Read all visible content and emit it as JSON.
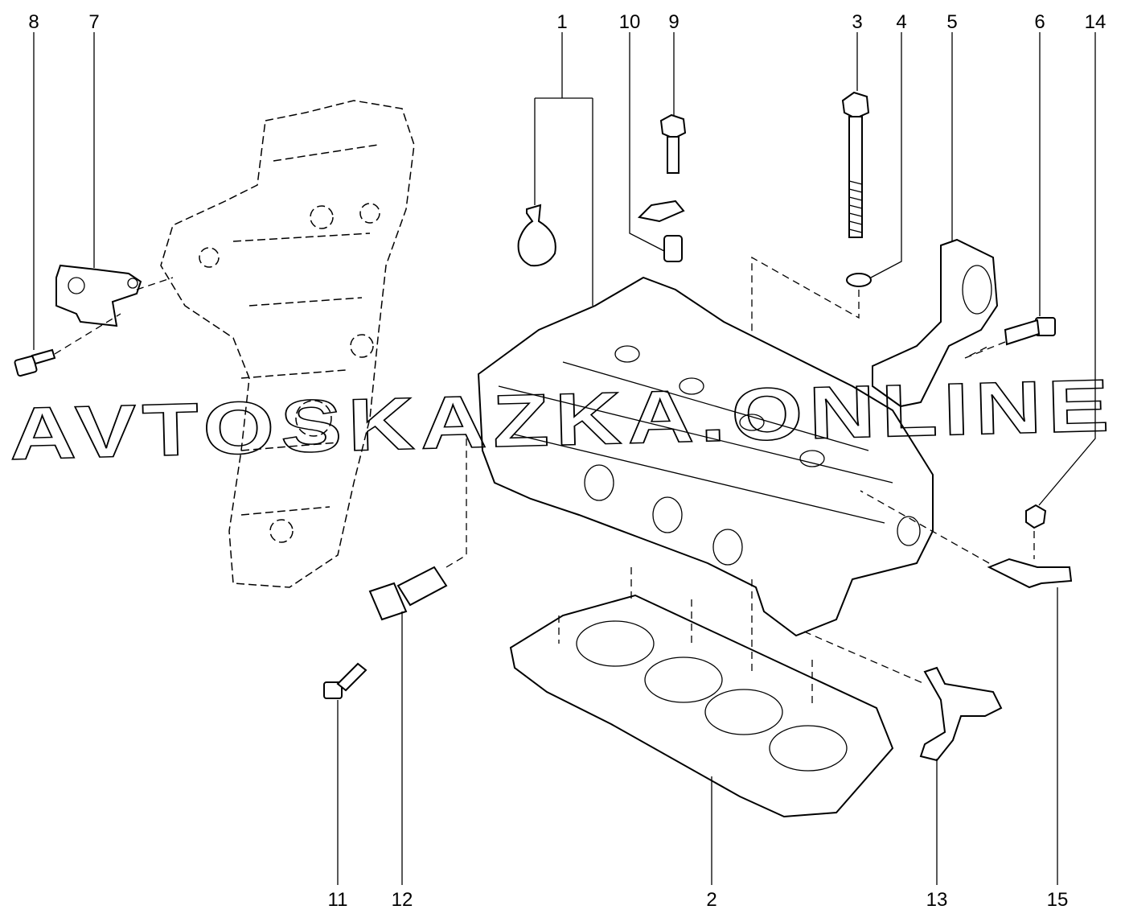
{
  "diagram": {
    "watermark": "AVTOSKAZKA.ONLINE",
    "callouts": {
      "c1": "1",
      "c2": "2",
      "c3": "3",
      "c4": "4",
      "c5": "5",
      "c6": "6",
      "c7": "7",
      "c8": "8",
      "c9": "9",
      "c10": "10",
      "c11": "11",
      "c12": "12",
      "c13": "13",
      "c14": "14",
      "c15": "15"
    }
  }
}
